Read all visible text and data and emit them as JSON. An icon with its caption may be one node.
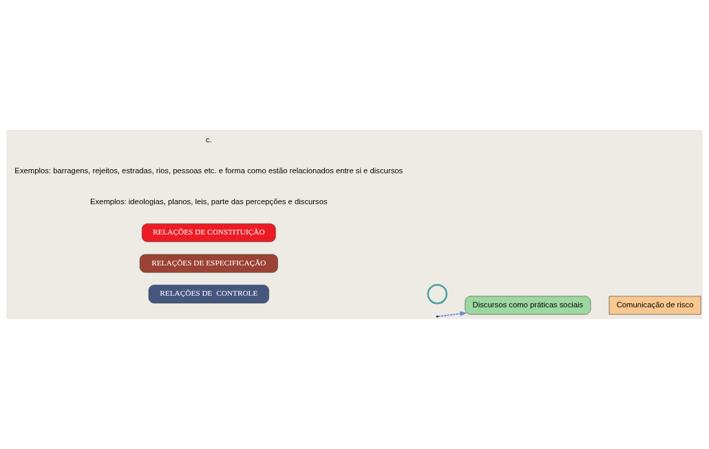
{
  "diagram": {
    "nodes": [
      {
        "text": [
          "RELAÇÕES DE  CONTROLE"
        ]
      },
      {
        "text": [
          "RELAÇÕES DE ESPECIFICAÇÃO"
        ]
      },
      {
        "text": [
          "RELAÇÕES DE CONSTITUIÇÃO"
        ]
      },
      {
        "text": [],
        "shape": "circle"
      },
      {
        "text": [
          "Discursos como práticas sociais"
        ]
      },
      {
        "text": [
          "Comunicação de risco"
        ]
      }
    ],
    "edges": [
      {
        "from": null,
        "to": 4,
        "arrow": "to",
        "style": "dashed",
        "color": "#6f88d2"
      }
    ],
    "labels": [
      "Exemplos: ideologias, planos, leis, parte das percepções e discursos",
      "Exemplos: barragens, rejeitos, estradas, rios, pessoas etc. e forma como estão relacionados entre si e discursos",
      "c."
    ]
  }
}
